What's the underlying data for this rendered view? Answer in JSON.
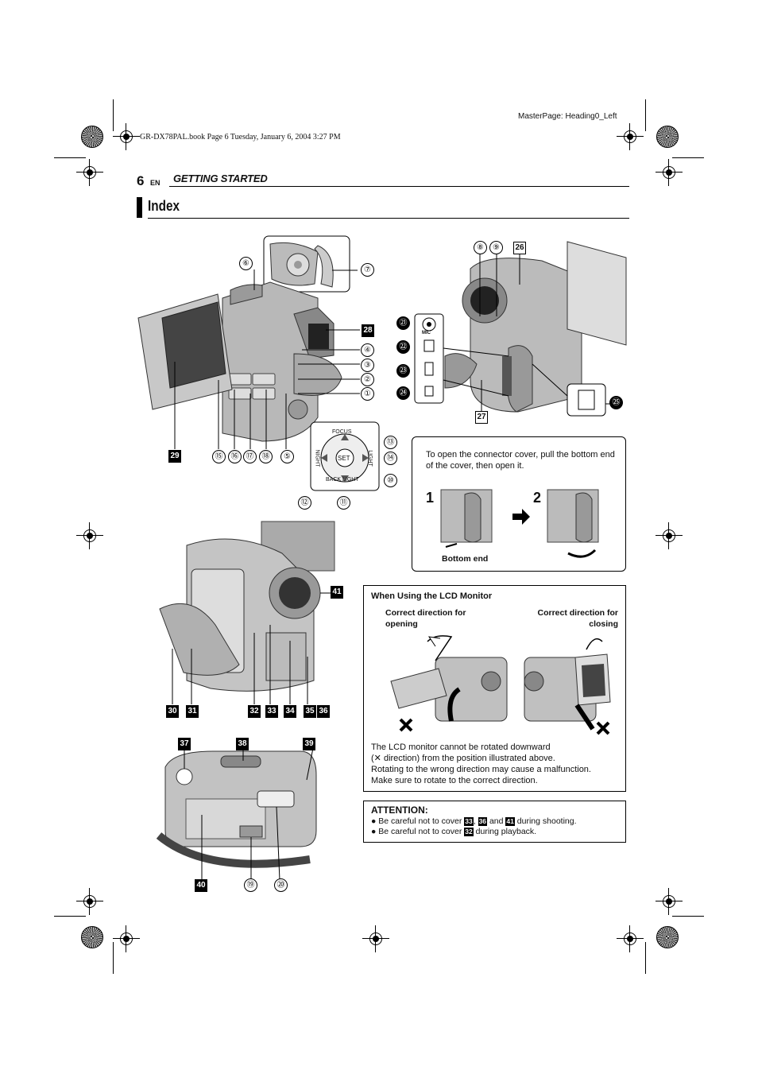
{
  "header": {
    "file_info": "GR-DX78PAL.book  Page 6  Tuesday, January 6, 2004  3:27 PM",
    "master_page": "MasterPage: Heading0_Left",
    "page_number": "6",
    "lang": "EN",
    "section": "GETTING STARTED",
    "title": "Index"
  },
  "callouts": {
    "n6": "⑥",
    "n7": "⑦",
    "n4": "④",
    "n3": "③",
    "n2": "②",
    "n1": "①",
    "n5": "⑤",
    "n15": "⑮",
    "n16": "⑯",
    "n17": "⑰",
    "n18": "⑱",
    "n13": "⑬",
    "n14": "⑭",
    "n10": "⑩",
    "n12": "⑫",
    "n11": "⑪",
    "n8": "⑧",
    "n9": "⑨",
    "n21": "㉑",
    "n22": "㉒",
    "n23": "㉓",
    "n24": "㉔",
    "n25": "㉕",
    "n19": "⑲",
    "n20": "⑳",
    "s26": "26",
    "s27": "27",
    "s28": "28",
    "s29": "29",
    "s30": "30",
    "s31": "31",
    "s32": "32",
    "s33": "33",
    "s34": "34",
    "s35": "35",
    "s36": "36",
    "s37": "37",
    "s38": "38",
    "s39": "39",
    "s40": "40",
    "s41": "41"
  },
  "dial": {
    "focus": "FOCUS",
    "night": "NIGHT",
    "light": "LIGHT",
    "backlight": "BACK LIGHT",
    "set": "SET"
  },
  "mic_label": "MIC",
  "connector_box": {
    "text": "To open the connector cover, pull the bottom end of the cover, then open it.",
    "step1": "1",
    "step2": "2",
    "bottom_end": "Bottom end"
  },
  "lcd_box": {
    "title": "When Using the LCD Monitor",
    "opening": "Correct direction for opening",
    "closing": "Correct direction for closing",
    "note_line1": "The LCD monitor cannot be rotated downward",
    "note_line2": "direction) from the position illustrated above.",
    "note_line3": "Rotating to the wrong direction may cause a malfunction.",
    "note_line4": "Make sure to rotate to the correct direction."
  },
  "attention": {
    "title": "ATTENTION:",
    "b1_pre": "Be careful not to cover",
    "b1_c1": "33",
    "b1_sep": ",",
    "b1_c2": "36",
    "b1_and": "and",
    "b1_c3": "41",
    "b1_post": "during shooting.",
    "b2_pre": "Be careful not to cover",
    "b2_c1": "32",
    "b2_post": "during playback."
  }
}
